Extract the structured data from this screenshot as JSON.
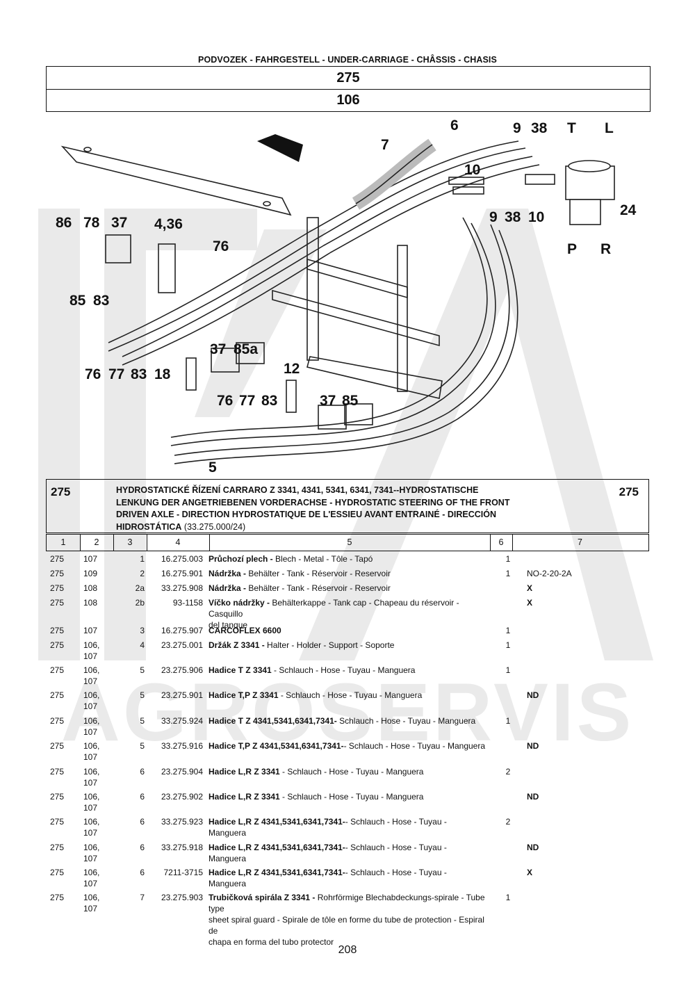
{
  "header": {
    "section_title": "PODVOZEK - FAHRGESTELL - UNDER-CARRIAGE - CHÂSSIS - CHASIS",
    "group_code": "275",
    "subgroup_code": "106"
  },
  "diagram": {
    "callouts": [
      "6",
      "9",
      "38",
      "T",
      "L",
      "7",
      "10",
      "9",
      "38",
      "10",
      "24",
      "P",
      "R",
      "86",
      "78",
      "37",
      "4,36",
      "76",
      "85",
      "83",
      "37",
      "85a",
      "76",
      "77",
      "83",
      "18",
      "12",
      "76",
      "77",
      "83",
      "37",
      "85",
      "5"
    ]
  },
  "description": {
    "group_left": "275",
    "group_right": "275",
    "lines": [
      "HYDROSTATICKÉ ŘÍZENÍ CARRARO Z 3341, 4341, 5341, 6341, 7341--HYDROSTATISCHE",
      "LENKUNG DER ANGETRIEBENEN VORDERACHSE - HYDROSTATIC STEERING OF THE FRONT",
      "DRIVEN AXLE - DIRECTION HYDROSTATIQUE DE L'ESSIEU AVANT ENTRAINÉ - DIRECCIÓN",
      "HIDROSTÁTICA"
    ],
    "code_suffix": " (33.275.000/24)"
  },
  "table": {
    "headers": [
      "1",
      "2",
      "3",
      "4",
      "5",
      "6",
      "7"
    ],
    "rows": [
      {
        "c1": "275",
        "c2": "107",
        "c3": "1",
        "c4": "16.275.003",
        "name": "Průchozí plech -",
        "desc": " Blech - Metal - Tôle - Tapó",
        "qty": "1",
        "note": ""
      },
      {
        "c1": "275",
        "c2": "109",
        "c3": "2",
        "c4": "16.275.901",
        "name": "Nádržka -",
        "desc": " Behälter - Tank - Réservoir - Reservoir",
        "qty": "1",
        "note": "NO-2-20-2A"
      },
      {
        "c1": "275",
        "c2": "108",
        "c3": "2a",
        "c4": "33.275.908",
        "name": "Nádržka -",
        "desc": " Behälter - Tank - Réservoir - Reservoir",
        "qty": "",
        "note": "X"
      },
      {
        "c1": "275",
        "c2": "108",
        "c3": "2b",
        "c4": "93-1158",
        "name": "Víčko nádržky -",
        "desc": " Behälterkappe - Tank cap - Chapeau du réservoir - Casquillo",
        "desc2": "del tanque",
        "qty": "",
        "note": "X"
      },
      {
        "c1": "275",
        "c2": "107",
        "c3": "3",
        "c4": "16.275.907",
        "name": "CARCOFLEX 6600",
        "desc": "",
        "qty": "1",
        "note": ""
      },
      {
        "c1": "275",
        "c2": "106,",
        "c2b": "107",
        "c3": "4",
        "c4": "23.275.001",
        "name": "Držák Z 3341 -",
        "desc": " Halter - Holder - Support - Soporte",
        "qty": "1",
        "note": ""
      },
      {
        "c1": "275",
        "c2": "106,",
        "c2b": "107",
        "c3": "5",
        "c4": "23.275.906",
        "name": "Hadice T  Z 3341",
        "desc": " - Schlauch - Hose - Tuyau - Manguera",
        "qty": "1",
        "note": ""
      },
      {
        "c1": "275",
        "c2": "106,",
        "c2b": "107",
        "c3": "5",
        "c4": "23.275.901",
        "name": "Hadice T,P  Z 3341",
        "desc": " - Schlauch - Hose - Tuyau - Manguera",
        "qty": "",
        "note": "ND"
      },
      {
        "c1": "275",
        "c2": "106,",
        "c2b": "107",
        "c3": "5",
        "c4": "33.275.924",
        "name": "Hadice T   Z 4341,5341,6341,7341-",
        "desc": " Schlauch - Hose - Tuyau - Manguera",
        "qty": "1",
        "note": ""
      },
      {
        "c1": "275",
        "c2": "106,",
        "c2b": "107",
        "c3": "5",
        "c4": "33.275.916",
        "name": "Hadice T,P  Z 4341,5341,6341,7341-",
        "desc": "- Schlauch - Hose - Tuyau - Manguera",
        "qty": "",
        "note": "ND"
      },
      {
        "c1": "275",
        "c2": "106,",
        "c2b": "107",
        "c3": "6",
        "c4": "23.275.904",
        "name": "Hadice L,R Z 3341",
        "desc": " - Schlauch - Hose - Tuyau - Manguera",
        "qty": "2",
        "note": ""
      },
      {
        "c1": "275",
        "c2": "106,",
        "c2b": "107",
        "c3": "6",
        "c4": "23.275.902",
        "name": "Hadice L,R Z 3341",
        "desc": " - Schlauch - Hose - Tuyau - Manguera",
        "qty": "",
        "note": "ND"
      },
      {
        "c1": "275",
        "c2": "106,",
        "c2b": "107",
        "c3": "6",
        "c4": "33.275.923",
        "name": "Hadice L,R Z 4341,5341,6341,7341-",
        "desc": "- Schlauch - Hose - Tuyau - Manguera",
        "qty": "2",
        "note": ""
      },
      {
        "c1": "275",
        "c2": "106,",
        "c2b": "107",
        "c3": "6",
        "c4": "33.275.918",
        "name": "Hadice L,R Z 4341,5341,6341,7341-",
        "desc": "- Schlauch - Hose - Tuyau - Manguera",
        "qty": "",
        "note": "ND"
      },
      {
        "c1": "275",
        "c2": "106,",
        "c2b": "107",
        "c3": "6",
        "c4": "7211-3715",
        "name": "Hadice L,R Z 4341,5341,6341,7341-",
        "desc": "- Schlauch - Hose - Tuyau - Manguera",
        "qty": "",
        "note": "X"
      },
      {
        "c1": "275",
        "c2": "106,",
        "c2b": "107",
        "c3": "7",
        "c4": "23.275.903",
        "name": "Trubičková spirála Z 3341 -",
        "desc": " Rohrförmige Blechabdeckungs-spirale - Tube type",
        "desc2": "sheet spiral guard - Spirale de tôle en forme du tube de protection - Espiral de",
        "desc3": "chapa en forma del tubo protector",
        "qty": "1",
        "note": ""
      }
    ]
  },
  "watermark": {
    "text": "AGROSERVIS"
  },
  "footer": {
    "page_number": "208"
  }
}
